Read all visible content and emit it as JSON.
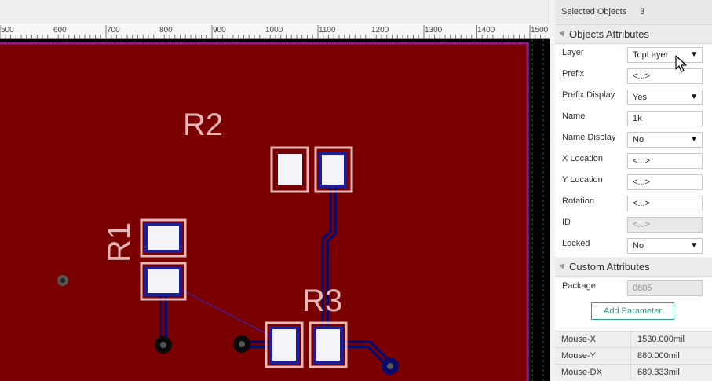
{
  "ruler": {
    "labels": [
      "500",
      "600",
      "700",
      "800",
      "900",
      "1000",
      "1100",
      "1200",
      "1300",
      "1400",
      "1500"
    ]
  },
  "pcb": {
    "designators": [
      "R2",
      "R1",
      "R3"
    ],
    "colors": {
      "board": "#7a0000",
      "outline": "#8e1b8e",
      "track": "#1b1f9a",
      "silk": "#e8b8b8",
      "pad": "#f4f4f8"
    }
  },
  "panel": {
    "selected_label": "Selected Objects",
    "selected_count": "3",
    "objects_attributes_title": "Objects Attributes",
    "attributes": [
      {
        "label": "Layer",
        "value": "TopLayer",
        "kind": "select"
      },
      {
        "label": "Prefix",
        "value": "<...>",
        "kind": "input"
      },
      {
        "label": "Prefix Display",
        "value": "Yes",
        "kind": "select"
      },
      {
        "label": "Name",
        "value": "1k",
        "kind": "input"
      },
      {
        "label": "Name Display",
        "value": "No",
        "kind": "select"
      },
      {
        "label": "X Location",
        "value": "<...>",
        "kind": "input"
      },
      {
        "label": "Y Location",
        "value": "<...>",
        "kind": "input"
      },
      {
        "label": "Rotation",
        "value": "<...>",
        "kind": "input"
      },
      {
        "label": "ID",
        "value": "<...>",
        "kind": "disabled"
      },
      {
        "label": "Locked",
        "value": "No",
        "kind": "select"
      }
    ],
    "custom_attributes_title": "Custom Attributes",
    "package_label": "Package",
    "package_value": "0805",
    "add_parameter_label": "Add Parameter",
    "mouse": [
      {
        "key": "Mouse-X",
        "value": "1530.000mil"
      },
      {
        "key": "Mouse-Y",
        "value": "880.000mil"
      },
      {
        "key": "Mouse-DX",
        "value": "689.333mil"
      }
    ]
  }
}
